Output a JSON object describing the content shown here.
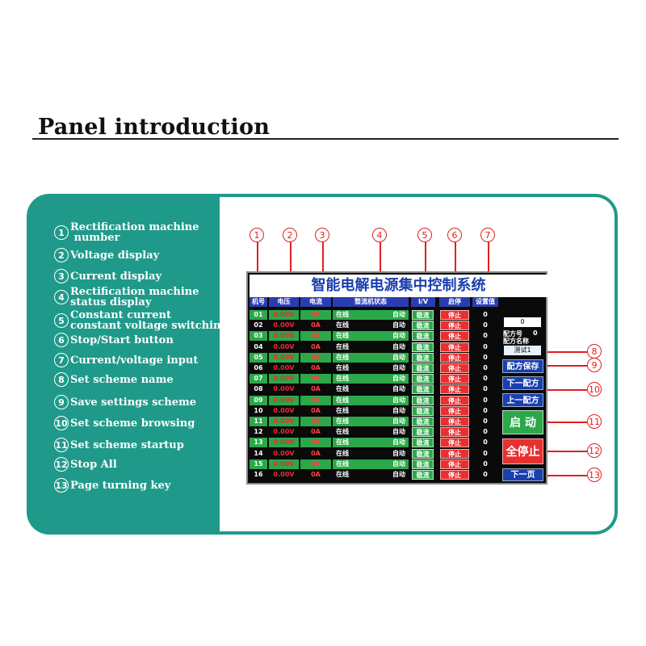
{
  "page": {
    "title": "Panel introduction"
  },
  "legend": [
    {
      "num": "1",
      "text": "Rectification machine\n number"
    },
    {
      "num": "2",
      "text": "Voltage display"
    },
    {
      "num": "3",
      "text": "Current display"
    },
    {
      "num": "4",
      "text": "Rectification machine\nstatus display"
    },
    {
      "num": "5",
      "text": "Constant current\nconstant voltage switching"
    },
    {
      "num": "6",
      "text": "Stop/Start button"
    },
    {
      "num": "7",
      "text": "Current/voltage input"
    },
    {
      "num": "8",
      "text": "Set scheme name"
    },
    {
      "num": "9",
      "text": "Save settings scheme"
    },
    {
      "num": "10",
      "text": "Set scheme browsing"
    },
    {
      "num": "11",
      "text": "Set scheme startup"
    },
    {
      "num": "12",
      "text": "Stop All"
    },
    {
      "num": "13",
      "text": "Page turning key"
    }
  ],
  "callouts": [
    "1",
    "2",
    "3",
    "4",
    "5",
    "6",
    "7",
    "8",
    "9",
    "10",
    "11",
    "12",
    "13"
  ],
  "screen": {
    "title": "智能电解电源集中控制系统",
    "headers": {
      "no": "机号",
      "voltage": "电压",
      "current": "电流",
      "status": "整流机状态",
      "cv": "I/V",
      "startstop": "启停",
      "setvalue": "设置值"
    },
    "rows": [
      {
        "no": "01",
        "v": "0.00V",
        "i": "0A",
        "online": "在线",
        "mode": "自动",
        "cv": "稳流",
        "ss": "停止",
        "set": "0"
      },
      {
        "no": "02",
        "v": "0.00V",
        "i": "0A",
        "online": "在线",
        "mode": "自动",
        "cv": "稳流",
        "ss": "停止",
        "set": "0"
      },
      {
        "no": "03",
        "v": "0.00V",
        "i": "0A",
        "online": "在线",
        "mode": "自动",
        "cv": "稳流",
        "ss": "停止",
        "set": "0"
      },
      {
        "no": "04",
        "v": "0.00V",
        "i": "0A",
        "online": "在线",
        "mode": "自动",
        "cv": "稳流",
        "ss": "停止",
        "set": "0"
      },
      {
        "no": "05",
        "v": "0.00V",
        "i": "0A",
        "online": "在线",
        "mode": "自动",
        "cv": "稳流",
        "ss": "停止",
        "set": "0"
      },
      {
        "no": "06",
        "v": "0.00V",
        "i": "0A",
        "online": "在线",
        "mode": "自动",
        "cv": "稳流",
        "ss": "停止",
        "set": "0"
      },
      {
        "no": "07",
        "v": "0.00V",
        "i": "0A",
        "online": "在线",
        "mode": "自动",
        "cv": "稳流",
        "ss": "停止",
        "set": "0"
      },
      {
        "no": "08",
        "v": "0.00V",
        "i": "0A",
        "online": "在线",
        "mode": "自动",
        "cv": "稳流",
        "ss": "停止",
        "set": "0"
      },
      {
        "no": "09",
        "v": "0.00V",
        "i": "0A",
        "online": "在线",
        "mode": "自动",
        "cv": "稳流",
        "ss": "停止",
        "set": "0"
      },
      {
        "no": "10",
        "v": "0.00V",
        "i": "0A",
        "online": "在线",
        "mode": "自动",
        "cv": "稳流",
        "ss": "停止",
        "set": "0"
      },
      {
        "no": "11",
        "v": "0.00V",
        "i": "0A",
        "online": "在线",
        "mode": "自动",
        "cv": "稳流",
        "ss": "停止",
        "set": "0"
      },
      {
        "no": "12",
        "v": "0.00V",
        "i": "0A",
        "online": "在线",
        "mode": "自动",
        "cv": "稳流",
        "ss": "停止",
        "set": "0"
      },
      {
        "no": "13",
        "v": "0.00V",
        "i": "0A",
        "online": "在线",
        "mode": "自动",
        "cv": "稳流",
        "ss": "停止",
        "set": "0"
      },
      {
        "no": "14",
        "v": "0.00V",
        "i": "0A",
        "online": "在线",
        "mode": "自动",
        "cv": "稳流",
        "ss": "停止",
        "set": "0"
      },
      {
        "no": "15",
        "v": "0.00V",
        "i": "0A",
        "online": "在线",
        "mode": "自动",
        "cv": "稳流",
        "ss": "停止",
        "set": "0"
      },
      {
        "no": "16",
        "v": "0.00V",
        "i": "0A",
        "online": "在线",
        "mode": "自动",
        "cv": "稳流",
        "ss": "停止",
        "set": "0"
      }
    ],
    "side": {
      "top_value": "0",
      "scheme_no_label": "配方号",
      "scheme_no_value": "0",
      "scheme_name_label": "配方名称",
      "scheme_name_value": "测试1",
      "save": "配方保存",
      "next_scheme": "下一配方",
      "prev_scheme": "上一配方",
      "start": "启 动",
      "stop_all": "全停止",
      "next_page": "下一页"
    }
  }
}
